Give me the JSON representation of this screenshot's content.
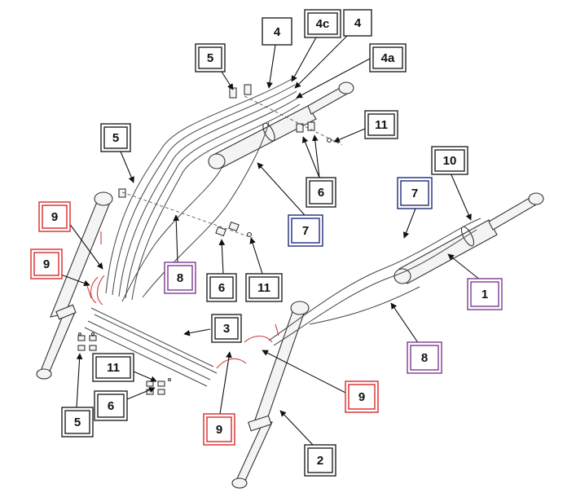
{
  "callouts": [
    {
      "id": "c-4-top",
      "text": "4",
      "double": false,
      "color": "#222222"
    },
    {
      "id": "c-4c",
      "text": "4c",
      "double": true,
      "color": "#222222"
    },
    {
      "id": "c-4-right",
      "text": "4",
      "double": false,
      "color": "#222222"
    },
    {
      "id": "c-4a",
      "text": "4a",
      "double": true,
      "color": "#222222"
    },
    {
      "id": "c-5-top",
      "text": "5",
      "double": true,
      "color": "#222222"
    },
    {
      "id": "c-11-top",
      "text": "11",
      "double": true,
      "color": "#222222"
    },
    {
      "id": "c-5-mid",
      "text": "5",
      "double": true,
      "color": "#222222"
    },
    {
      "id": "c-10",
      "text": "10",
      "double": true,
      "color": "#222222"
    },
    {
      "id": "c-6-top",
      "text": "6",
      "double": true,
      "color": "#222222"
    },
    {
      "id": "c-7-right",
      "text": "7",
      "double": true,
      "color": "#1f2a7a"
    },
    {
      "id": "c-9-top",
      "text": "9",
      "double": true,
      "color": "#d62b2b"
    },
    {
      "id": "c-7-mid",
      "text": "7",
      "double": true,
      "color": "#1f2a7a"
    },
    {
      "id": "c-9-mid",
      "text": "9",
      "double": true,
      "color": "#d62b2b"
    },
    {
      "id": "c-8-mid",
      "text": "8",
      "double": true,
      "color": "#7a3b8f"
    },
    {
      "id": "c-6-mid",
      "text": "6",
      "double": true,
      "color": "#222222"
    },
    {
      "id": "c-11-mid",
      "text": "11",
      "double": true,
      "color": "#222222"
    },
    {
      "id": "c-1",
      "text": "1",
      "double": true,
      "color": "#7a3b8f"
    },
    {
      "id": "c-3",
      "text": "3",
      "double": true,
      "color": "#222222"
    },
    {
      "id": "c-8-right",
      "text": "8",
      "double": true,
      "color": "#7a3b8f"
    },
    {
      "id": "c-11-low",
      "text": "11",
      "double": true,
      "color": "#222222"
    },
    {
      "id": "c-6-low",
      "text": "6",
      "double": true,
      "color": "#222222"
    },
    {
      "id": "c-9-right",
      "text": "9",
      "double": true,
      "color": "#d62b2b"
    },
    {
      "id": "c-5-low",
      "text": "5",
      "double": true,
      "color": "#222222"
    },
    {
      "id": "c-9-low",
      "text": "9",
      "double": true,
      "color": "#d62b2b"
    },
    {
      "id": "c-2",
      "text": "2",
      "double": true,
      "color": "#222222"
    }
  ]
}
